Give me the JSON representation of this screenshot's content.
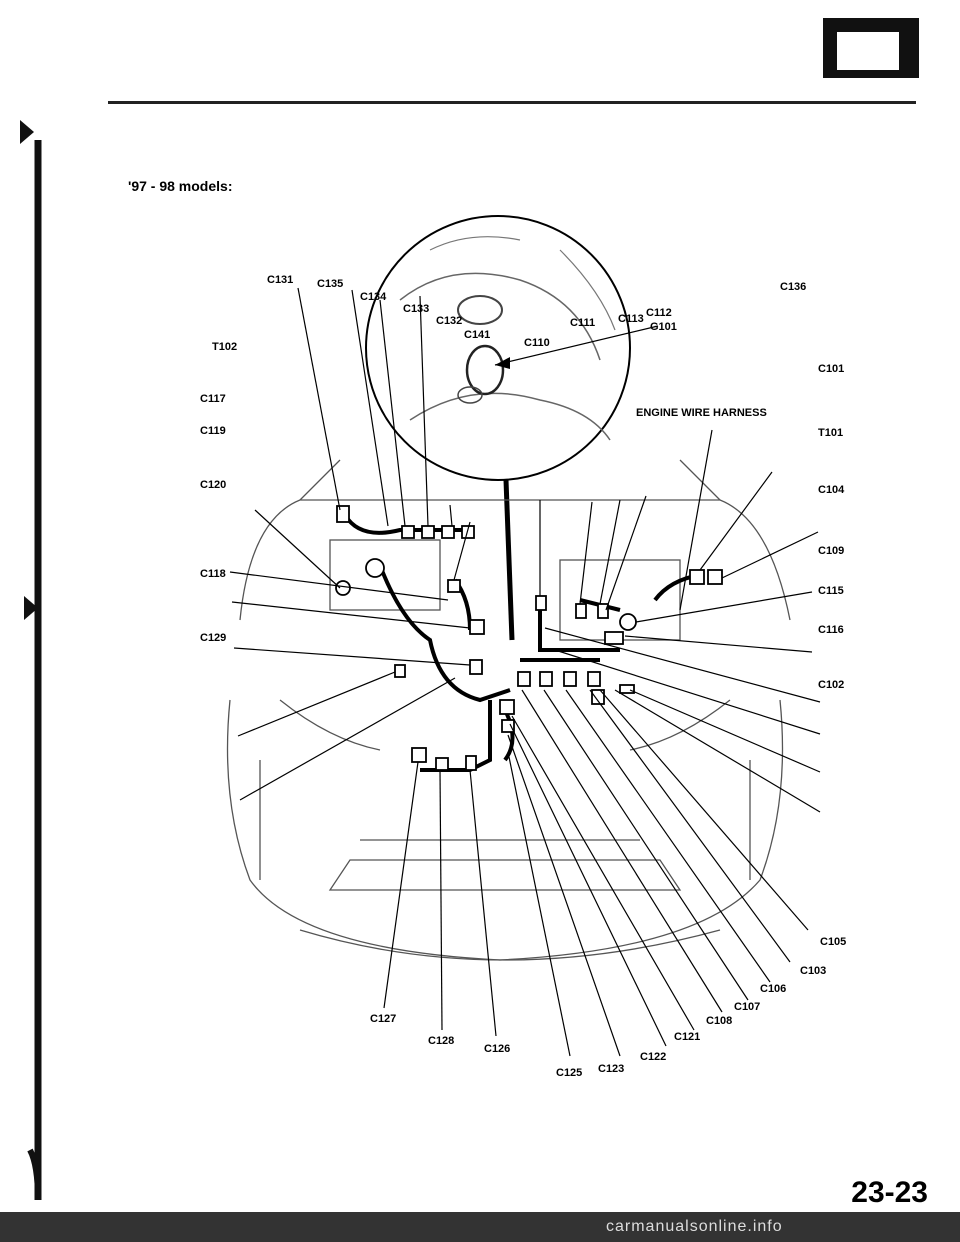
{
  "header": {
    "battery_icon": "battery-icon",
    "minus": "–",
    "plus": "+"
  },
  "subtitle": "'97 - 98 models:",
  "page_number": "23-23",
  "watermark": "carmanualsonline.info",
  "diagram": {
    "harness_label": "ENGINE WIRE HARNESS",
    "ground_label": "G101",
    "connectors": [
      "C131",
      "C135",
      "C134",
      "C133",
      "C132",
      "C141",
      "T102",
      "C117",
      "C119",
      "C120",
      "C118",
      "C129",
      "C110",
      "C111",
      "C113",
      "C112",
      "C136",
      "C101",
      "T101",
      "C104",
      "C109",
      "C115",
      "C116",
      "C102",
      "C105",
      "C103",
      "C106",
      "C107",
      "C108",
      "C121",
      "C122",
      "C123",
      "C125",
      "C126",
      "C128",
      "C127"
    ]
  }
}
